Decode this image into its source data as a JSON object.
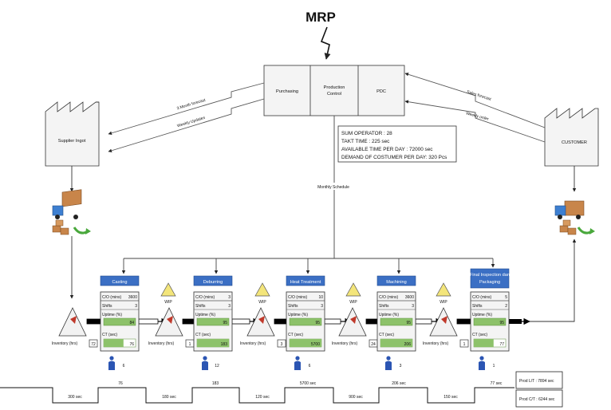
{
  "mrp": {
    "title": "MRP"
  },
  "control": {
    "purchasing": "Purchasing",
    "production_control": [
      "Production",
      "Control"
    ],
    "pdc": "PDC"
  },
  "supplier": {
    "label": "Supplier Ingot"
  },
  "customer": {
    "label": "CUSTOMER"
  },
  "flows": {
    "three_month_forecast": "3 Month forecast",
    "weekly_updates": "Weekly Updates",
    "sales_forecast": "Sales forecast",
    "weekly_order": "Weekly order",
    "monthly_schedule": "Monthly Schedule"
  },
  "info_box": [
    "SUM OPERATOR : 28",
    "TAKT TIME  : 225 sec",
    "AVAILABLE TIME PER DAY : 72000 sec",
    "DEMAND OF COSTUMER PER DAY: 320 Pcs"
  ],
  "wip_label": "WIP",
  "inventory_label": "Inventory (hrs)",
  "inventories": [
    "72",
    "1",
    "3",
    "24",
    "1"
  ],
  "labels": {
    "co": "C/O (mins)",
    "shifts": "Shifts",
    "uptime": "Uptime (%)",
    "ct": "CT (sec)"
  },
  "processes": [
    {
      "name": [
        "Casting"
      ],
      "co": "3600",
      "shifts": "3",
      "uptime": "84",
      "ct": "76",
      "ct_fill": 0.62,
      "operators": "6"
    },
    {
      "name": [
        "Deburring"
      ],
      "co": "3",
      "shifts": "3",
      "uptime": "95",
      "ct": "183",
      "ct_fill": 1.0,
      "operators": "12"
    },
    {
      "name": [
        "Heat Treatment"
      ],
      "co": "10",
      "shifts": "3",
      "uptime": "95",
      "ct": "5700",
      "ct_fill": 1.0,
      "operators": "6"
    },
    {
      "name": [
        "Machining"
      ],
      "co": "3600",
      "shifts": "3",
      "uptime": "95",
      "ct": "206",
      "ct_fill": 1.0,
      "operators": "3"
    },
    {
      "name": [
        "Final Inspection dan",
        "Packaging"
      ],
      "co": "5",
      "shifts": "2",
      "uptime": "95",
      "ct": "77",
      "ct_fill": 0.62,
      "operators": "1"
    }
  ],
  "timeline": {
    "lead_times": [
      "300 sec",
      "180 sec",
      "120 sec",
      "900 sec",
      "150 sec"
    ],
    "cycle_times": [
      "76",
      "183",
      "5700 sec",
      "206 sec",
      "77 sec"
    ]
  },
  "summary": {
    "lead_time": "Prod L/T : 7894 sec",
    "cycle_time": "Prod C/T : 6244 sec"
  },
  "colors": {
    "process_header": "#3b6fc4",
    "green_fill": "#8dc26a",
    "wip_triangle": "#f3e57a",
    "inventory_triangle": "#f2f2f2",
    "box_fill": "#f4f4f4"
  }
}
